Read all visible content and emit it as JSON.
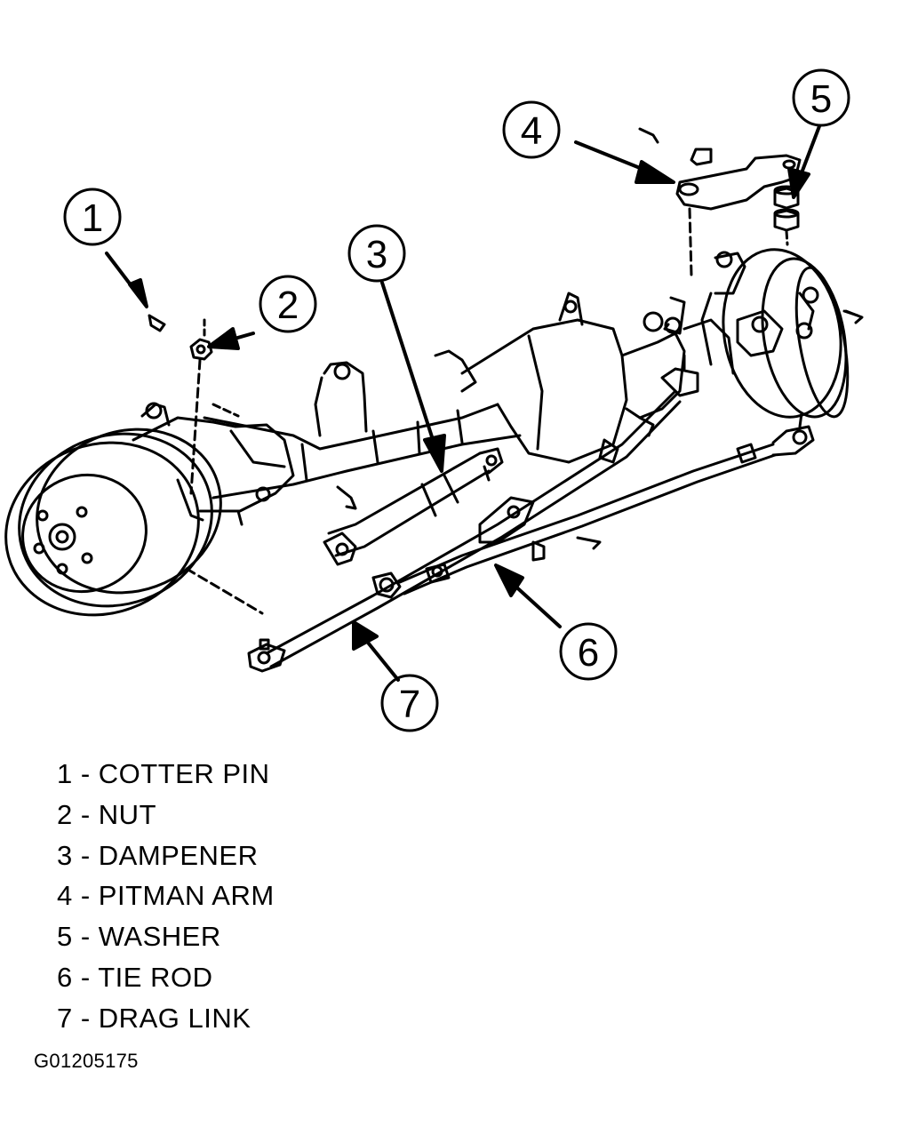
{
  "callouts": [
    "1",
    "2",
    "3",
    "4",
    "5",
    "6",
    "7"
  ],
  "legend": [
    "1 - COTTER PIN",
    "2 - NUT",
    "3 - DAMPENER",
    "4 - PITMAN ARM",
    "5 - WASHER",
    "6 - TIE ROD",
    "7 - DRAG LINK"
  ],
  "figure_id": "G01205175",
  "colors": {
    "ink": "#000000",
    "paper": "#ffffff"
  }
}
